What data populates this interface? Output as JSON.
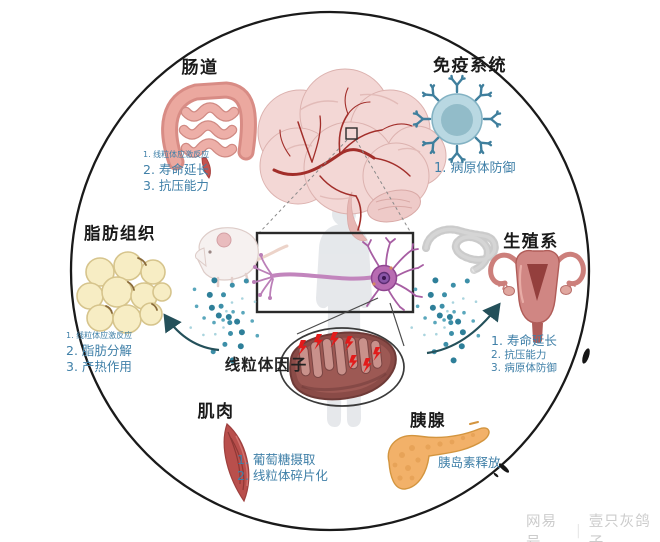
{
  "figure": {
    "center_label": "线粒体因子",
    "description_colors": {
      "list_text": "#4080a8",
      "title_text": "#1a1a1a",
      "circle_stroke": "#1a1a1a",
      "factor_dots_teal": "#2e7f99",
      "bolt_red": "#e21b1b"
    }
  },
  "sections": {
    "gut": {
      "title": "肠道",
      "items": [
        "1. 线粒体应激反应",
        "2. 寿命延长",
        "3. 抗压能力"
      ]
    },
    "immune": {
      "title": "免疫系统",
      "items": [
        "1. 病原体防御"
      ]
    },
    "adipose": {
      "title": "脂肪组织",
      "items": [
        "1. 线粒体应激反应",
        "2. 脂肪分解",
        "3. 产热作用"
      ]
    },
    "reproductive": {
      "title": "生殖系",
      "items": [
        "1. 寿命延长",
        "2. 抗压能力",
        "3. 病原体防御"
      ]
    },
    "muscle": {
      "title": "肌肉",
      "items": [
        "1. 葡萄糖摄取",
        "2. 线粒体碎片化"
      ]
    },
    "pancreas": {
      "title": "胰腺",
      "items": [
        "胰岛素释放"
      ]
    }
  },
  "watermark": {
    "brand": "网易号",
    "divider": "|",
    "author": "壹只灰鸽子"
  }
}
